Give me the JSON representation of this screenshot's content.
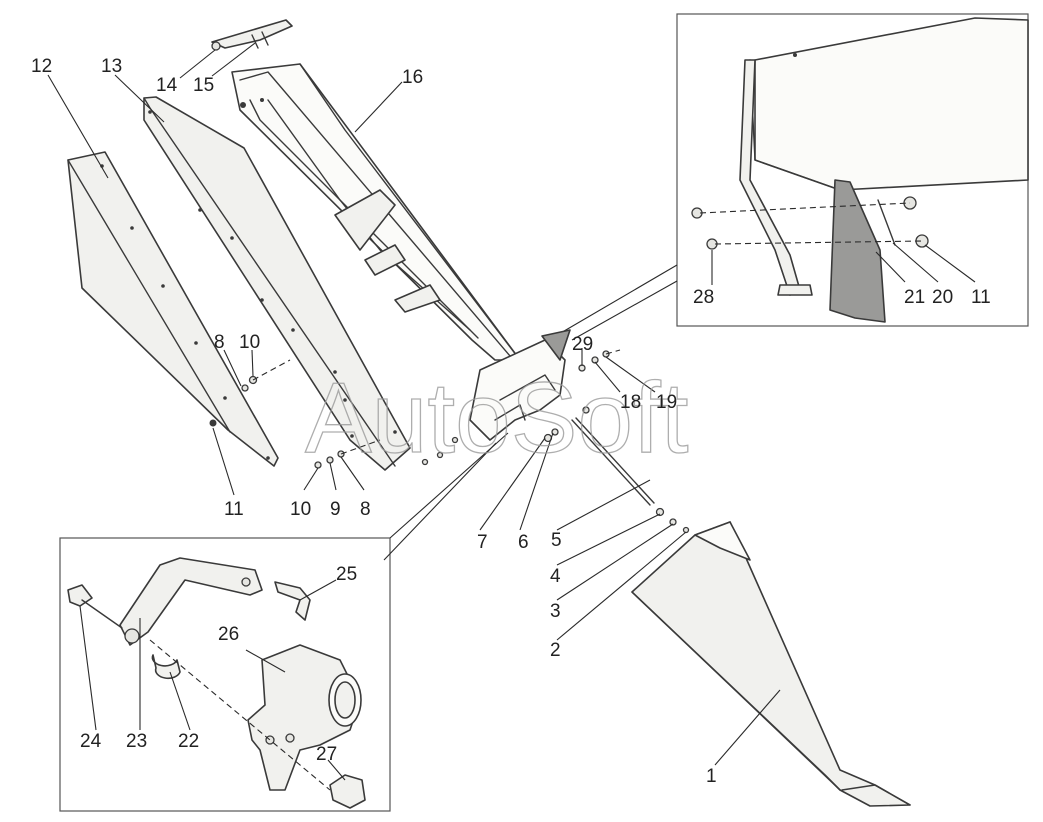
{
  "watermark": "AutoSoft",
  "callouts": [
    {
      "id": "c1",
      "label": "1"
    },
    {
      "id": "c2",
      "label": "2"
    },
    {
      "id": "c3",
      "label": "3"
    },
    {
      "id": "c4",
      "label": "4"
    },
    {
      "id": "c5",
      "label": "5"
    },
    {
      "id": "c6",
      "label": "6"
    },
    {
      "id": "c7",
      "label": "7"
    },
    {
      "id": "c8a",
      "label": "8"
    },
    {
      "id": "c8b",
      "label": "8"
    },
    {
      "id": "c9",
      "label": "9"
    },
    {
      "id": "c10a",
      "label": "10"
    },
    {
      "id": "c10b",
      "label": "10"
    },
    {
      "id": "c11a",
      "label": "11"
    },
    {
      "id": "c11b",
      "label": "11"
    },
    {
      "id": "c12",
      "label": "12"
    },
    {
      "id": "c13",
      "label": "13"
    },
    {
      "id": "c14",
      "label": "14"
    },
    {
      "id": "c15",
      "label": "15"
    },
    {
      "id": "c16",
      "label": "16"
    },
    {
      "id": "c18",
      "label": "18"
    },
    {
      "id": "c19",
      "label": "19"
    },
    {
      "id": "c20",
      "label": "20"
    },
    {
      "id": "c21",
      "label": "21"
    },
    {
      "id": "c22",
      "label": "22"
    },
    {
      "id": "c23",
      "label": "23"
    },
    {
      "id": "c24",
      "label": "24"
    },
    {
      "id": "c25",
      "label": "25"
    },
    {
      "id": "c26",
      "label": "26"
    },
    {
      "id": "c27",
      "label": "27"
    },
    {
      "id": "c28",
      "label": "28"
    },
    {
      "id": "c29",
      "label": "29"
    }
  ]
}
